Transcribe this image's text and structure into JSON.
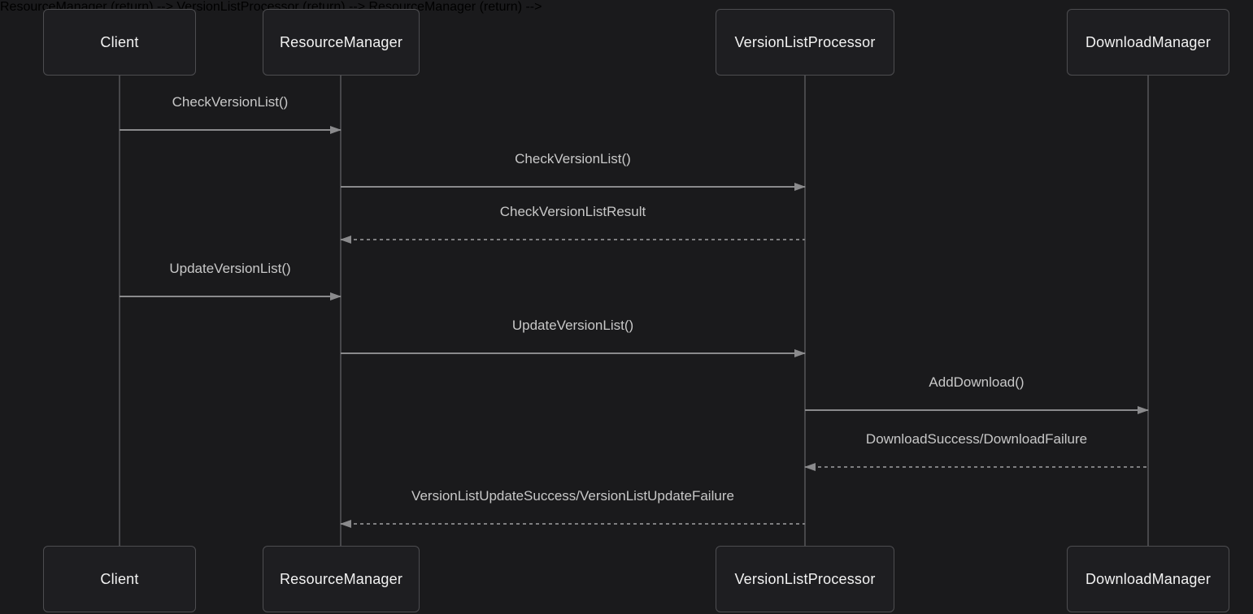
{
  "diagram_type": "uml-sequence",
  "participants": [
    {
      "label": "Client"
    },
    {
      "label": "ResourceManager"
    },
    {
      "label": "VersionListProcessor"
    },
    {
      "label": "DownloadManager"
    }
  ],
  "messages": [
    {
      "from": "Client",
      "to": "ResourceManager",
      "label": "CheckVersionList()",
      "line": "solid",
      "direction": "right"
    },
    {
      "from": "ResourceManager",
      "to": "VersionListProcessor",
      "label": "CheckVersionList()",
      "line": "solid",
      "direction": "right"
    },
    {
      "from": "VersionListProcessor",
      "to": "ResourceManager",
      "label": "CheckVersionListResult",
      "line": "dashed",
      "direction": "left"
    },
    {
      "from": "Client",
      "to": "ResourceManager",
      "label": "UpdateVersionList()",
      "line": "solid",
      "direction": "right"
    },
    {
      "from": "ResourceManager",
      "to": "VersionListProcessor",
      "label": "UpdateVersionList()",
      "line": "solid",
      "direction": "right"
    },
    {
      "from": "VersionListProcessor",
      "to": "DownloadManager",
      "label": "AddDownload()",
      "line": "solid",
      "direction": "right"
    },
    {
      "from": "DownloadManager",
      "to": "VersionListProcessor",
      "label": "DownloadSuccess/DownloadFailure",
      "line": "dashed",
      "direction": "left"
    },
    {
      "from": "VersionListProcessor",
      "to": "ResourceManager",
      "label": "VersionListUpdateSuccess/VersionListUpdateFailure",
      "line": "dashed",
      "direction": "left"
    }
  ],
  "colors": {
    "background": "#1a1a1c",
    "box_fill": "#1e1e21",
    "box_border": "#4d4d50",
    "lifeline": "#47474a",
    "arrow": "#8a8a8c",
    "arrow_dashed": "#7e7e80",
    "participant_text": "#f2f2f2",
    "message_text": "#c8c8c8"
  }
}
